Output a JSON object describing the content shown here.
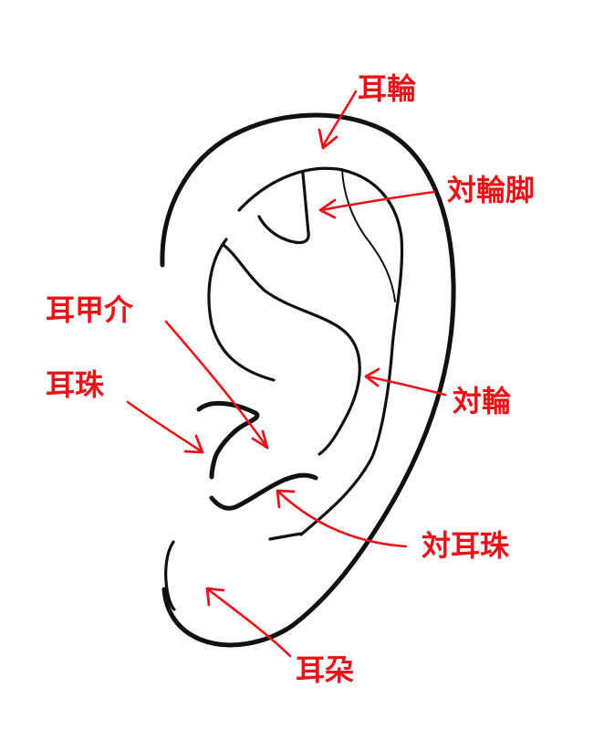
{
  "diagram": {
    "colors": {
      "label": "#e8141a",
      "line": "#111111",
      "background": "#ffffff"
    },
    "labels": {
      "helix": "耳輪",
      "crus_of_antihelix": "対輪脚",
      "concha": "耳甲介",
      "tragus": "耳珠",
      "antihelix": "対輪",
      "antitragus": "対耳珠",
      "lobule": "耳朶"
    }
  }
}
